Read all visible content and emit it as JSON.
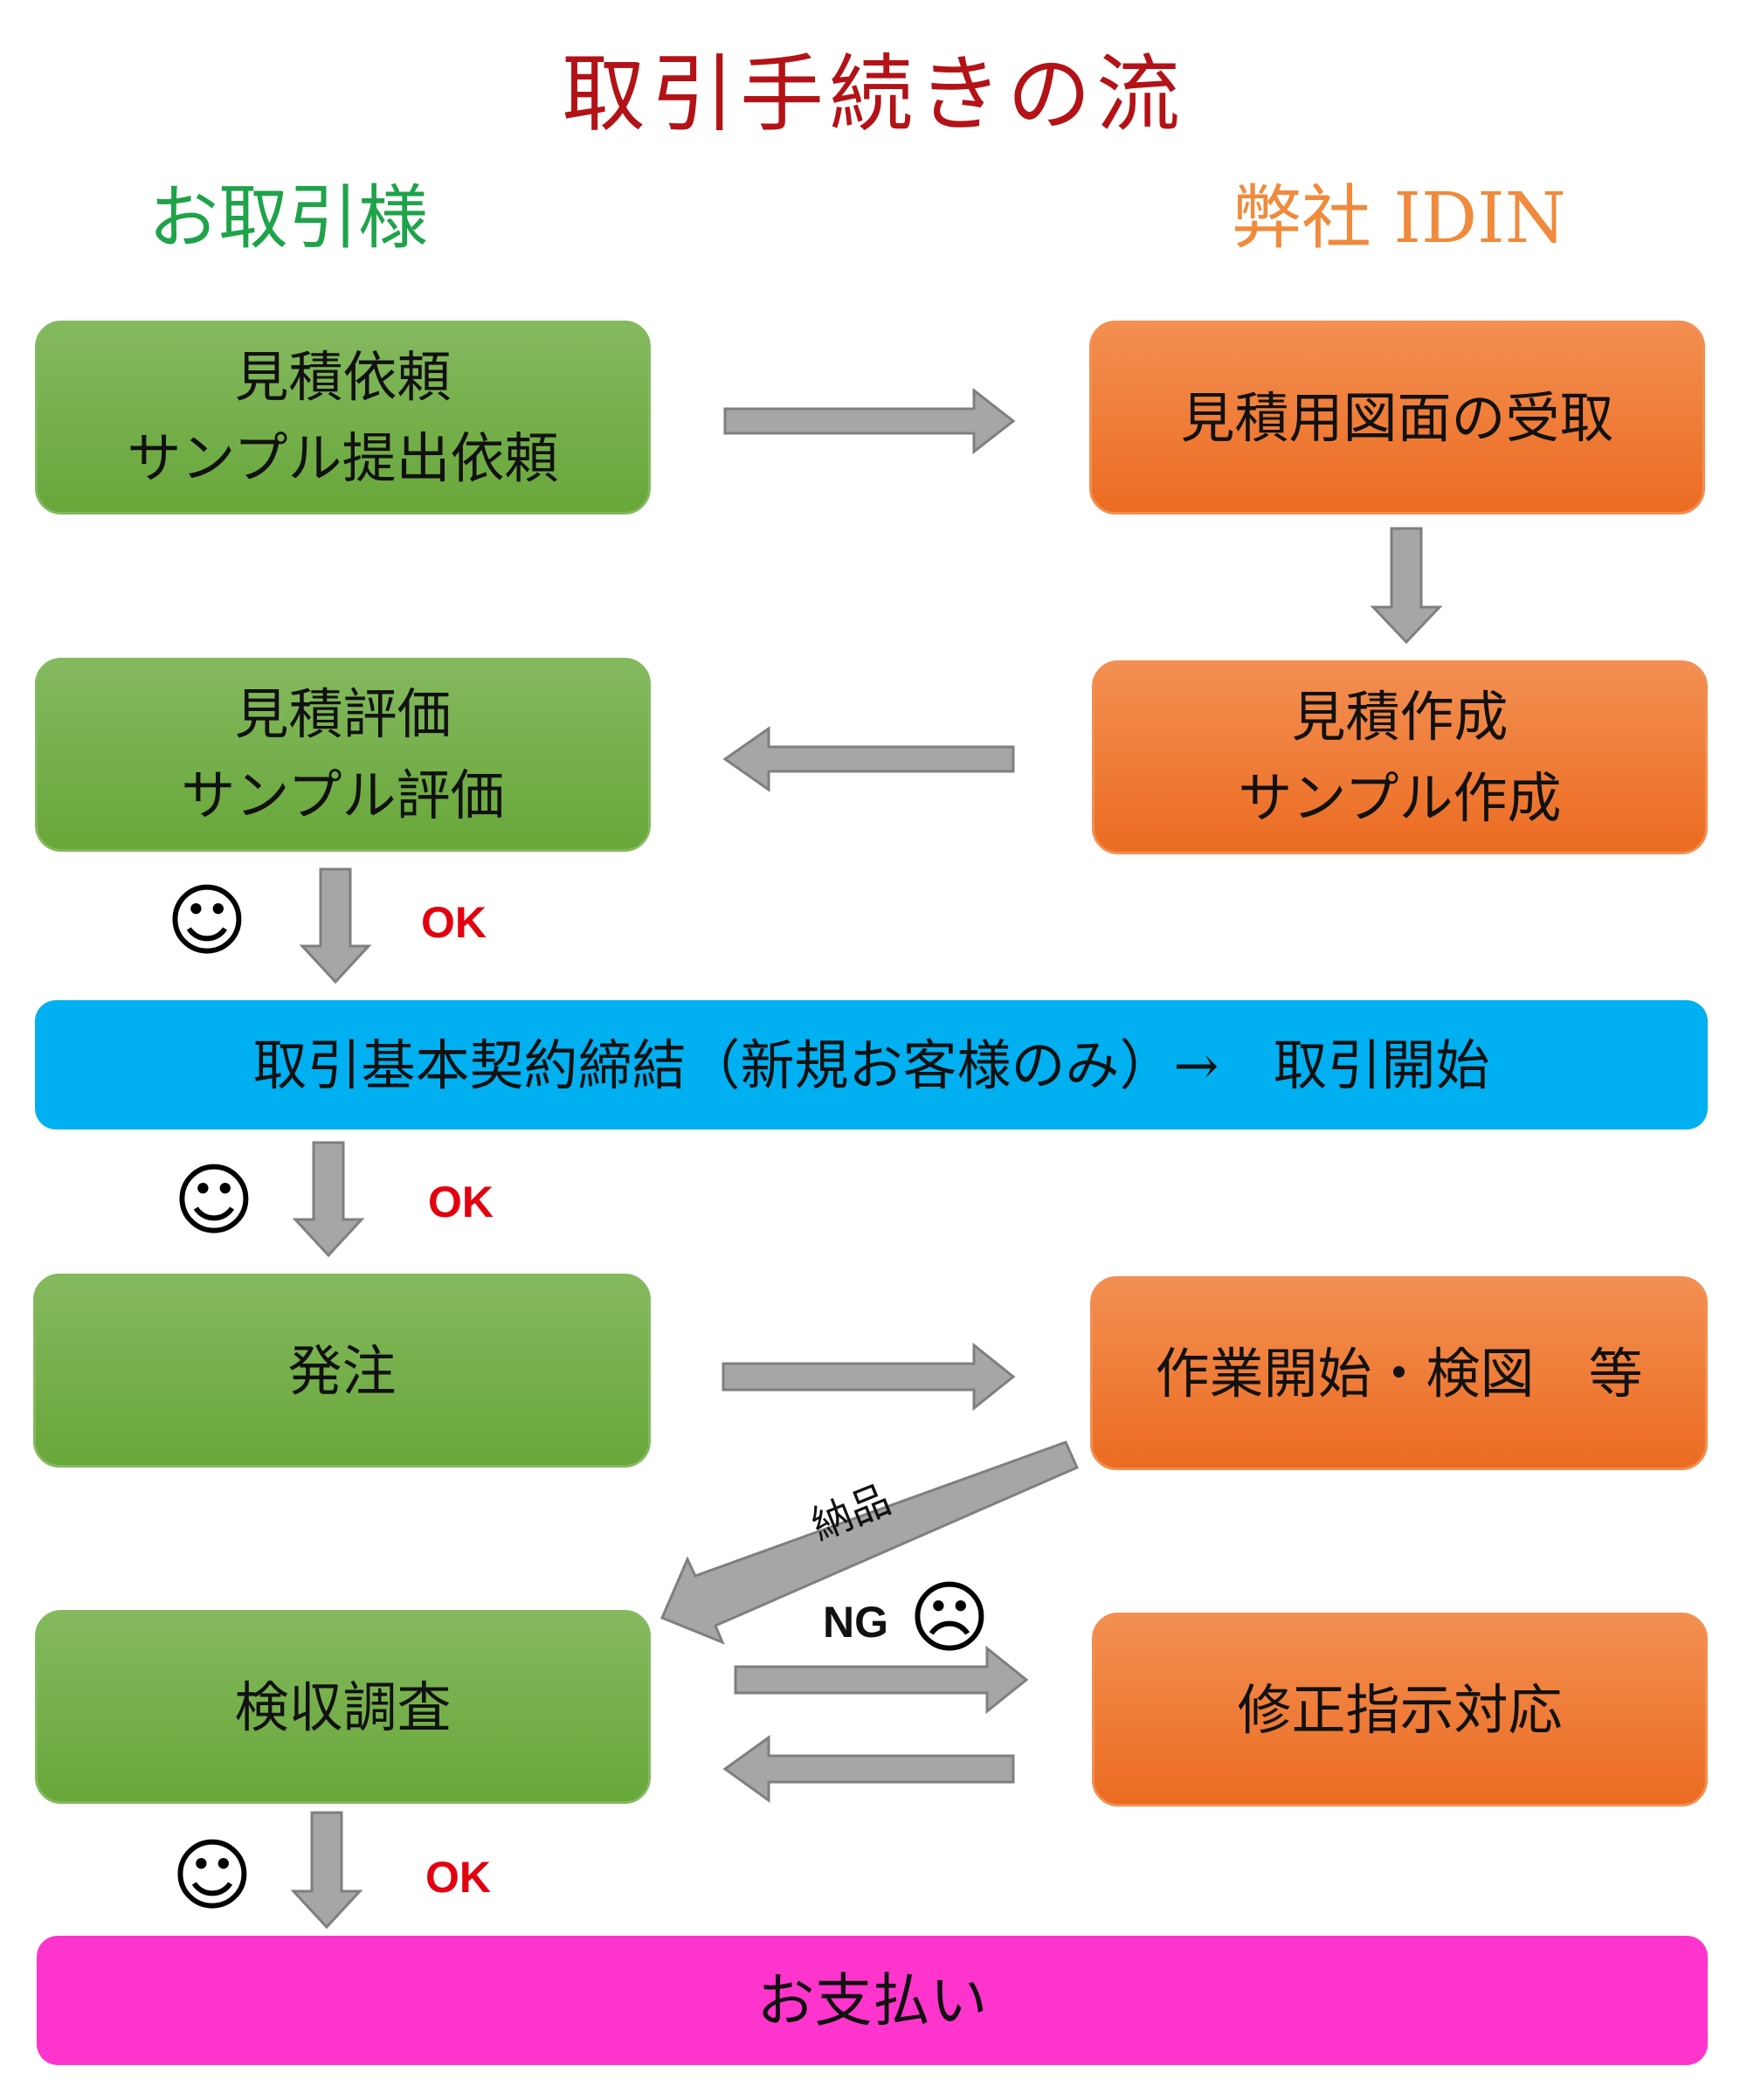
{
  "title": "取引手続きの流",
  "headers": {
    "client": "お取引様",
    "company": "弊社 IDIN"
  },
  "boxes": {
    "estimate_request": {
      "line1": "見積依頼",
      "line2": "サンプル提出依頼"
    },
    "receive_drawings": {
      "line1": "見積用図面の受取"
    },
    "estimate_evaluation": {
      "line1": "見積評価",
      "line2": "サンプル評価"
    },
    "estimate_creation": {
      "line1": "見積作成",
      "line2": "サンプル作成"
    },
    "contract": {
      "line1": "取引基本契約締結（新規お客様のみ）→　取引開始"
    },
    "order": {
      "line1": "発注"
    },
    "work_start": {
      "line1": "作業開始・検図　等"
    },
    "inspection": {
      "line1": "検収調査"
    },
    "correction": {
      "line1": "修正指示対応"
    },
    "payment": {
      "line1": "お支払い"
    }
  },
  "labels": {
    "ok": "OK",
    "ng": "NG",
    "delivery": "納品",
    "smile": "☺",
    "frown": "☹"
  },
  "colors": {
    "title": "#b31217",
    "client_header": "#1fa34a",
    "company_header": "#f08a3c",
    "client_box": "#70ad47",
    "company_box": "#ed7d31",
    "contract_bar": "#00b0f0",
    "payment_bar": "#ff34cc",
    "arrow": "#a6a6a6",
    "ok_text": "#e3000f"
  }
}
